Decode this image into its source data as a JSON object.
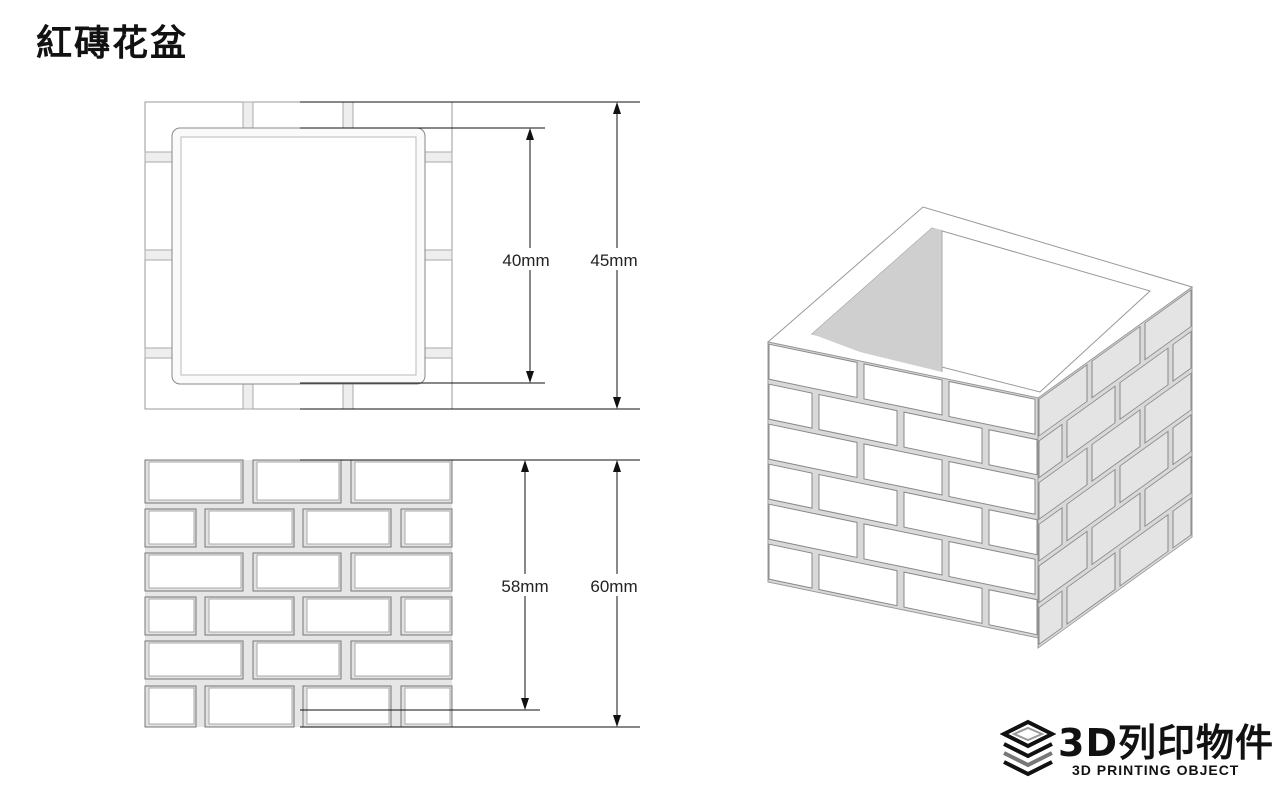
{
  "title": "紅磚花盆",
  "top_view": {
    "inner_label": "40mm",
    "outer_label": "45mm"
  },
  "front_view": {
    "inner_label": "58mm",
    "outer_label": "60mm"
  },
  "logo": {
    "main": "3D列印物件",
    "sub": "3D PRINTING OBJECT"
  },
  "colors": {
    "brick_face": "#ffffff",
    "brick_side": "#e2e2e2",
    "outline": "#777777",
    "inner_shadow": "#cfcfcf"
  }
}
